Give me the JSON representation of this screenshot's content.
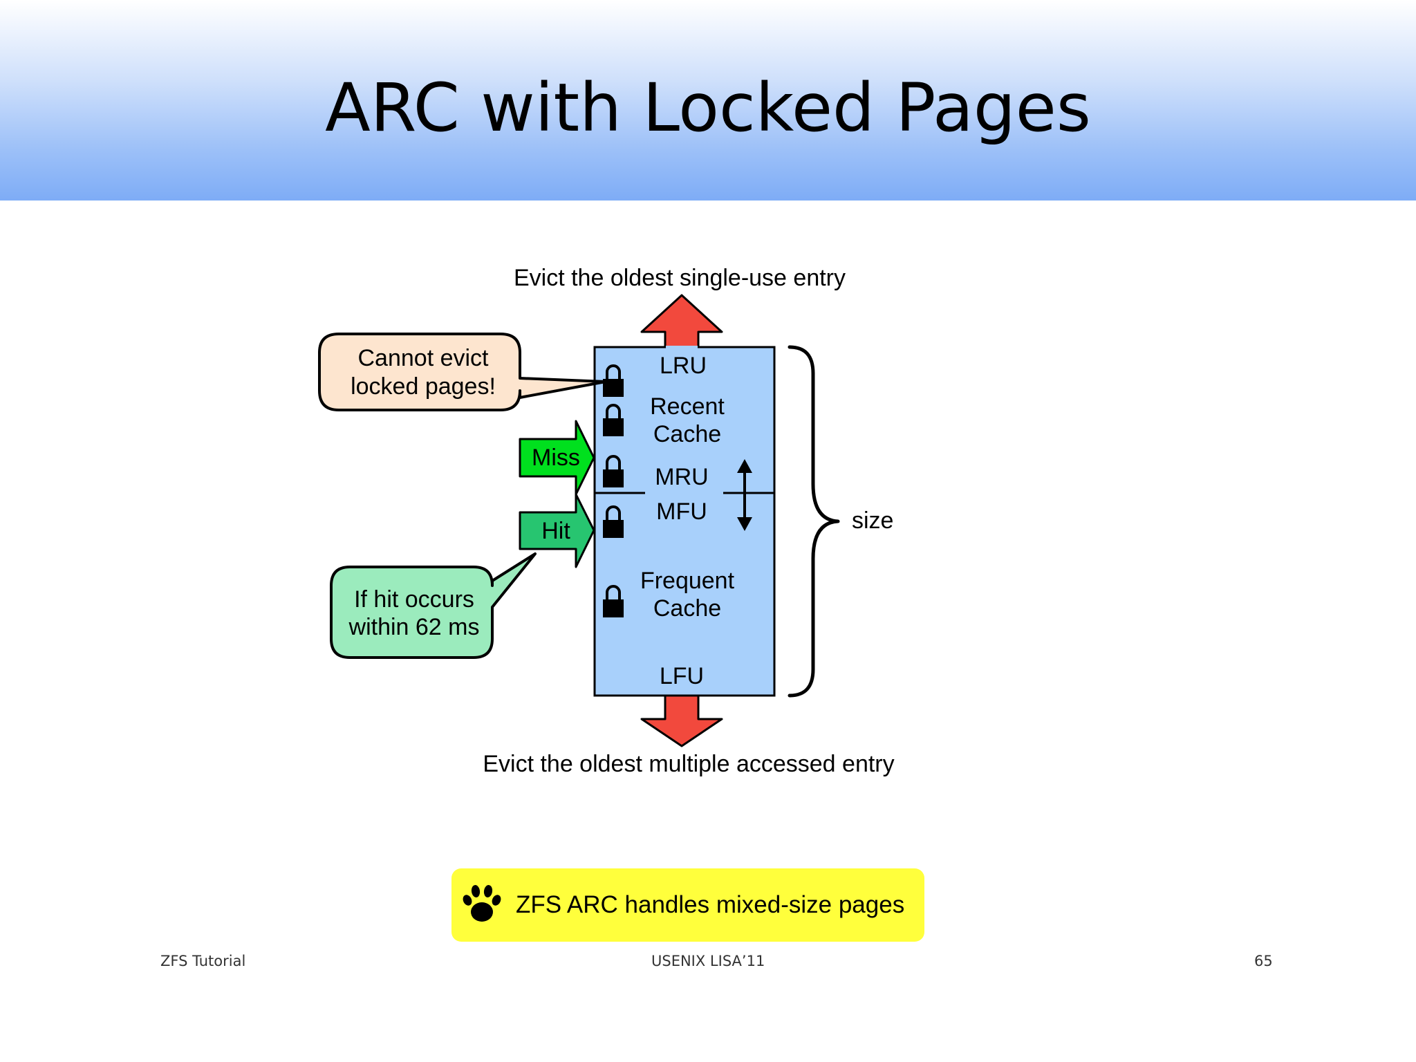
{
  "slide": {
    "title": "ARC with Locked Pages"
  },
  "diagram": {
    "top_label": "Evict the oldest single-use entry",
    "bottom_label": "Evict the oldest multiple accessed entry",
    "cache": {
      "lru_label": "LRU",
      "recent_line1": "Recent",
      "recent_line2": "Cache",
      "mru_label": "MRU",
      "mfu_label": "MFU",
      "frequent_line1": "Frequent",
      "frequent_line2": "Cache",
      "lfu_label": "LFU"
    },
    "size_label": "size",
    "miss_label": "Miss",
    "hit_label": "Hit",
    "locked_bubble": {
      "line1": "Cannot evict",
      "line2": "locked pages!"
    },
    "hit_bubble": {
      "line1": "If hit occurs",
      "line2": "within 62 ms"
    },
    "colors": {
      "cache_fill": "#a8d0fb",
      "evict_arrow": "#f2493d",
      "miss_arrow": "#00e01e",
      "hit_arrow": "#27c570",
      "locked_bubble_fill": "#fde5cf",
      "hit_bubble_fill": "#9bebbd",
      "callout_fill": "#ffff3c"
    }
  },
  "callout": {
    "text": "ZFS ARC handles mixed-size pages",
    "icon": "paw-icon"
  },
  "footer": {
    "left": "ZFS Tutorial",
    "center": "USENIX LISA’11",
    "right": "65"
  }
}
